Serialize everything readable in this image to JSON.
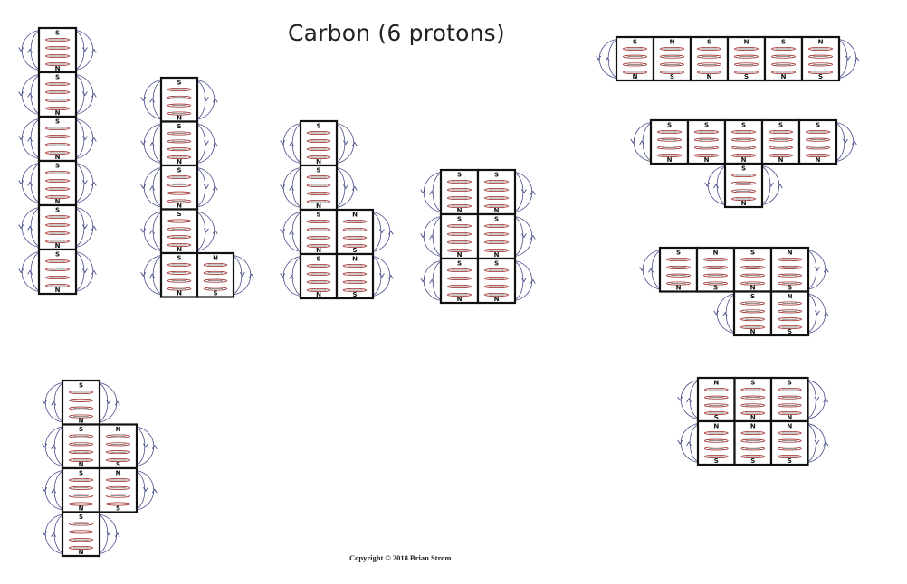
{
  "title": "Carbon (6 protons)",
  "copyright": "Copyright © 2018 Brian Strom",
  "colors": {
    "box_border": "#111111",
    "field_line": "#4a4f8a",
    "disc_outline": "#a03030",
    "disc_inner": "#2a2a2a"
  },
  "pole_labels": {
    "south": "S",
    "north": "N"
  },
  "configurations": [
    {
      "id": "vertical-column-6",
      "blocks": [
        {
          "row": 0,
          "col": 0,
          "top": "S",
          "bottom": "N"
        },
        {
          "row": 1,
          "col": 0,
          "top": "S",
          "bottom": "N"
        },
        {
          "row": 2,
          "col": 0,
          "top": "S",
          "bottom": "N"
        },
        {
          "row": 3,
          "col": 0,
          "top": "S",
          "bottom": "N"
        },
        {
          "row": 4,
          "col": 0,
          "top": "S",
          "bottom": "N"
        },
        {
          "row": 5,
          "col": 0,
          "top": "S",
          "bottom": "N"
        }
      ]
    },
    {
      "id": "l-shape-5-plus-1",
      "blocks": [
        {
          "row": 0,
          "col": 0,
          "top": "S",
          "bottom": "N"
        },
        {
          "row": 1,
          "col": 0,
          "top": "S",
          "bottom": "N"
        },
        {
          "row": 2,
          "col": 0,
          "top": "S",
          "bottom": "N"
        },
        {
          "row": 3,
          "col": 0,
          "top": "S",
          "bottom": "N"
        },
        {
          "row": 4,
          "col": 0,
          "top": "S",
          "bottom": "N"
        },
        {
          "row": 4,
          "col": 1,
          "top": "N",
          "bottom": "S"
        }
      ]
    },
    {
      "id": "column-4-plus-2",
      "blocks": [
        {
          "row": 0,
          "col": 0,
          "top": "S",
          "bottom": "N"
        },
        {
          "row": 1,
          "col": 0,
          "top": "S",
          "bottom": "N"
        },
        {
          "row": 2,
          "col": 0,
          "top": "S",
          "bottom": "N"
        },
        {
          "row": 3,
          "col": 0,
          "top": "S",
          "bottom": "N"
        },
        {
          "row": 2,
          "col": 1,
          "top": "N",
          "bottom": "S"
        },
        {
          "row": 3,
          "col": 1,
          "top": "N",
          "bottom": "S"
        }
      ]
    },
    {
      "id": "block-3x2",
      "blocks": [
        {
          "row": 0,
          "col": 0,
          "top": "S",
          "bottom": "N"
        },
        {
          "row": 1,
          "col": 0,
          "top": "S",
          "bottom": "N"
        },
        {
          "row": 2,
          "col": 0,
          "top": "S",
          "bottom": "N"
        },
        {
          "row": 0,
          "col": 1,
          "top": "S",
          "bottom": "N"
        },
        {
          "row": 1,
          "col": 1,
          "top": "S",
          "bottom": "N"
        },
        {
          "row": 2,
          "col": 1,
          "top": "S",
          "bottom": "N"
        }
      ]
    },
    {
      "id": "horizontal-row-6",
      "blocks": [
        {
          "row": 0,
          "col": 0,
          "top": "S",
          "bottom": "N"
        },
        {
          "row": 0,
          "col": 1,
          "top": "N",
          "bottom": "S"
        },
        {
          "row": 0,
          "col": 2,
          "top": "S",
          "bottom": "N"
        },
        {
          "row": 0,
          "col": 3,
          "top": "N",
          "bottom": "S"
        },
        {
          "row": 0,
          "col": 4,
          "top": "S",
          "bottom": "N"
        },
        {
          "row": 0,
          "col": 5,
          "top": "N",
          "bottom": "S"
        }
      ]
    },
    {
      "id": "t-shape-5-plus-1",
      "blocks": [
        {
          "row": 0,
          "col": 0,
          "top": "S",
          "bottom": "N"
        },
        {
          "row": 0,
          "col": 1,
          "top": "S",
          "bottom": "N"
        },
        {
          "row": 0,
          "col": 2,
          "top": "S",
          "bottom": "N"
        },
        {
          "row": 0,
          "col": 3,
          "top": "S",
          "bottom": "N"
        },
        {
          "row": 0,
          "col": 4,
          "top": "S",
          "bottom": "N"
        },
        {
          "row": 1,
          "col": 2,
          "top": "S",
          "bottom": "N"
        }
      ]
    },
    {
      "id": "step-4-plus-2",
      "blocks": [
        {
          "row": 0,
          "col": 0,
          "top": "S",
          "bottom": "N"
        },
        {
          "row": 0,
          "col": 1,
          "top": "N",
          "bottom": "S"
        },
        {
          "row": 0,
          "col": 2,
          "top": "S",
          "bottom": "N"
        },
        {
          "row": 0,
          "col": 3,
          "top": "N",
          "bottom": "S"
        },
        {
          "row": 1,
          "col": 2,
          "top": "S",
          "bottom": "N"
        },
        {
          "row": 1,
          "col": 3,
          "top": "N",
          "bottom": "S"
        }
      ]
    },
    {
      "id": "block-2x3",
      "blocks": [
        {
          "row": 0,
          "col": 0,
          "top": "N",
          "bottom": "S"
        },
        {
          "row": 0,
          "col": 1,
          "top": "S",
          "bottom": "N"
        },
        {
          "row": 0,
          "col": 2,
          "top": "S",
          "bottom": "N"
        },
        {
          "row": 1,
          "col": 0,
          "top": "N",
          "bottom": "S"
        },
        {
          "row": 1,
          "col": 1,
          "top": "N",
          "bottom": "S"
        },
        {
          "row": 1,
          "col": 2,
          "top": "N",
          "bottom": "S"
        }
      ]
    },
    {
      "id": "cross-shape",
      "blocks": [
        {
          "row": 0,
          "col": 0,
          "top": "S",
          "bottom": "N"
        },
        {
          "row": 1,
          "col": 0,
          "top": "S",
          "bottom": "N"
        },
        {
          "row": 2,
          "col": 0,
          "top": "S",
          "bottom": "N"
        },
        {
          "row": 3,
          "col": 0,
          "top": "S",
          "bottom": "N"
        },
        {
          "row": 1,
          "col": 1,
          "top": "N",
          "bottom": "S"
        },
        {
          "row": 2,
          "col": 1,
          "top": "N",
          "bottom": "S"
        }
      ]
    }
  ]
}
